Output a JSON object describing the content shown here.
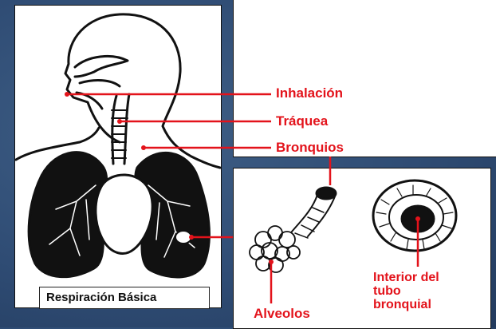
{
  "labels": {
    "inhalation": "Inhalación",
    "trachea": "Tráquea",
    "bronchi": "Bronquios",
    "alveoli": "Alveolos",
    "bronchial_interior_line1": "Interior del",
    "bronchial_interior_line2": "tubo",
    "bronchial_interior_line3": "bronquial"
  },
  "caption": "Respiración Básica",
  "colors": {
    "label_red": "#e3131b",
    "background": "#2f4c74",
    "panel": "#ffffff",
    "ink": "#111111"
  }
}
